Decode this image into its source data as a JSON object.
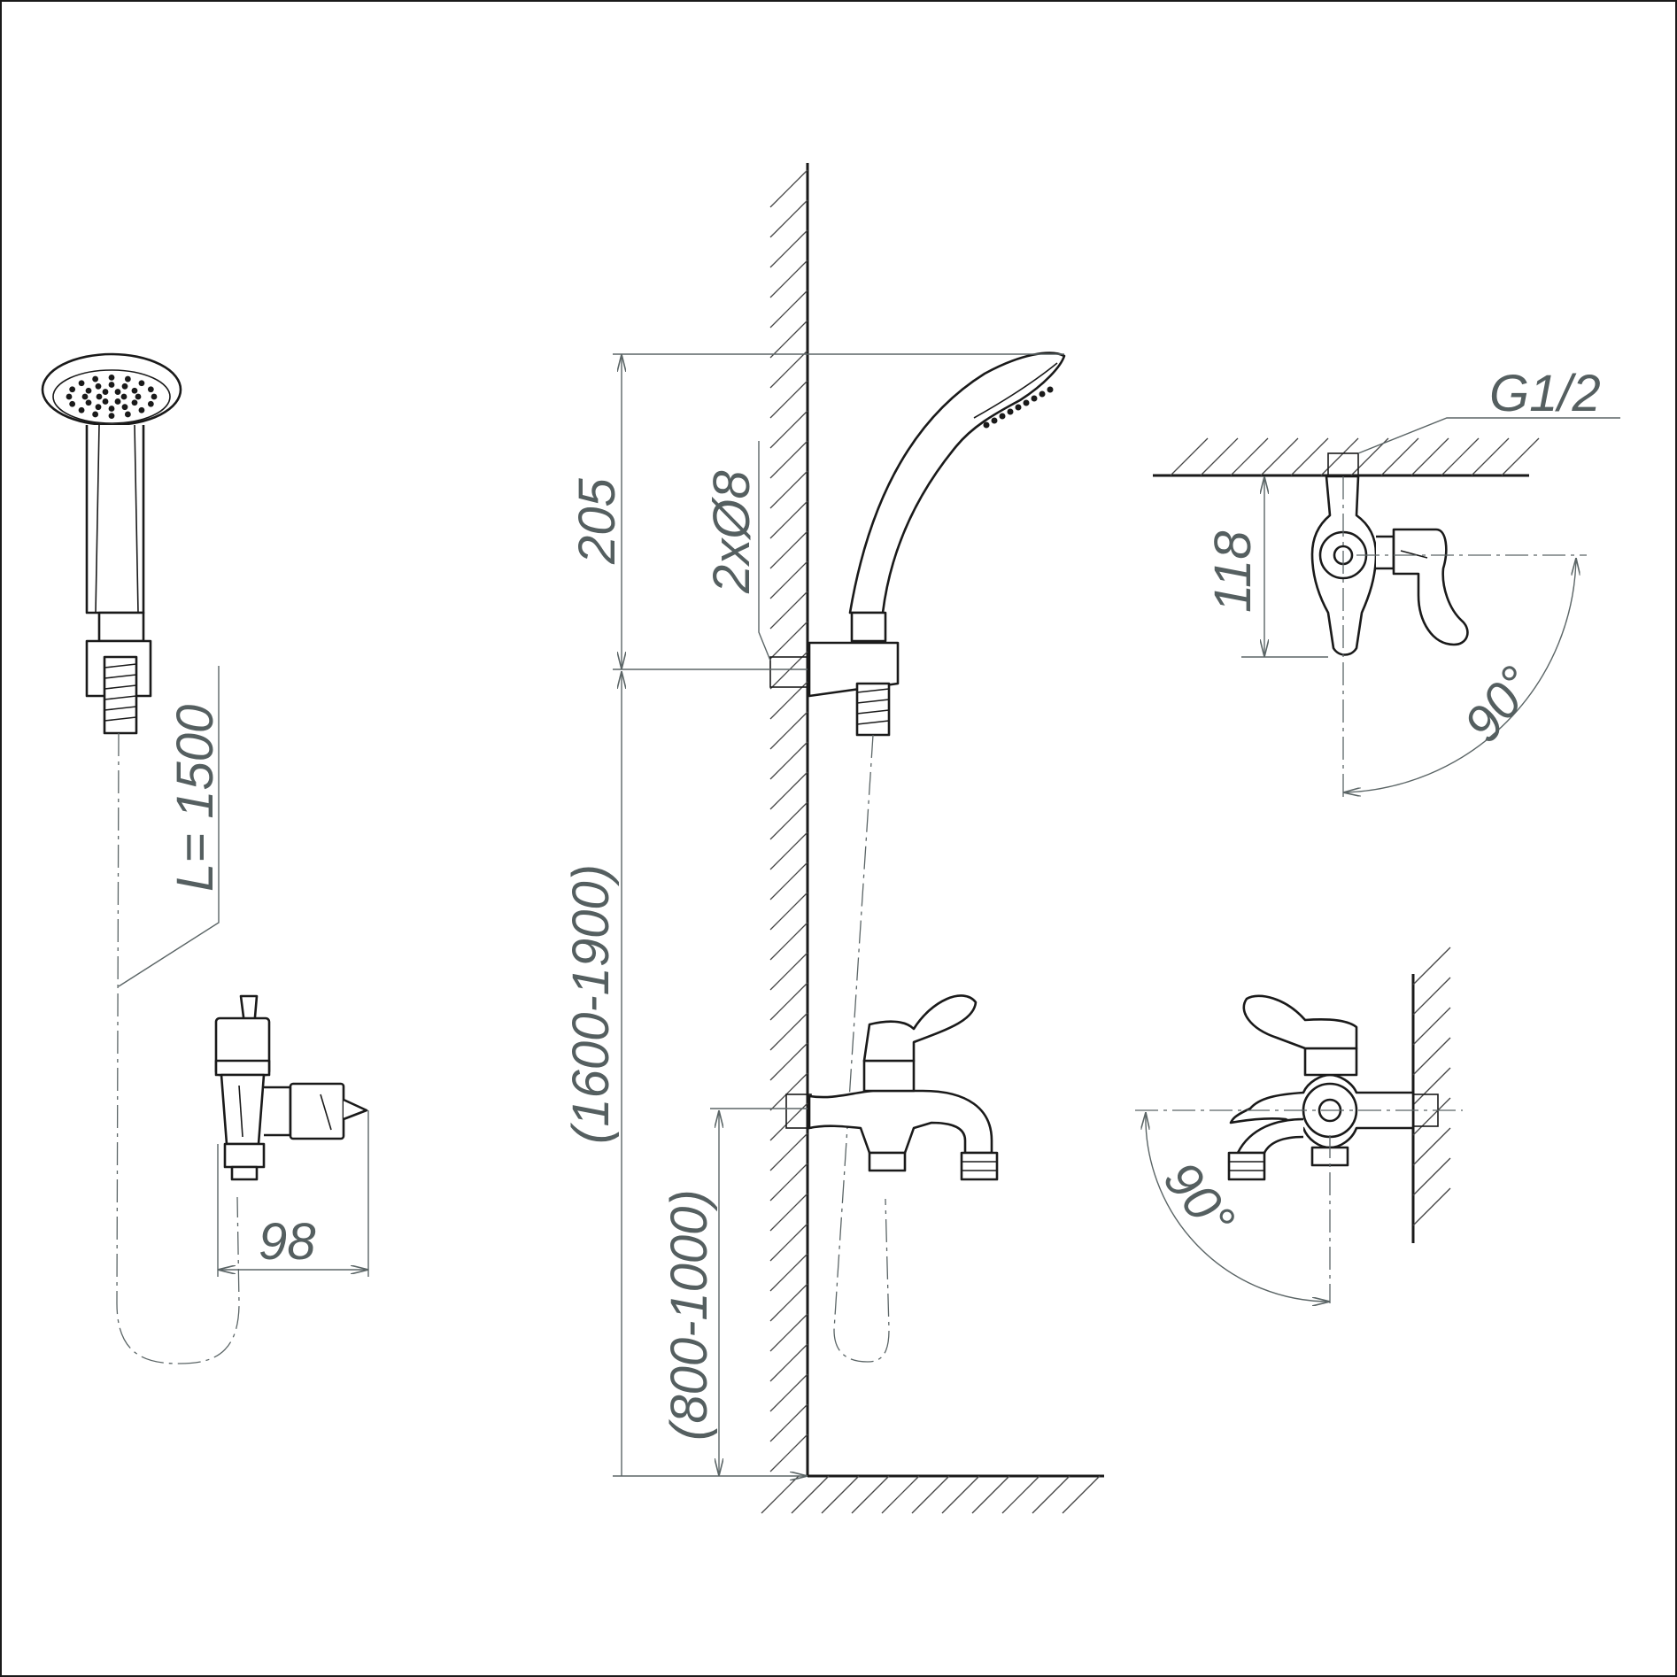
{
  "dimensions": {
    "hose_length": "L= 1500",
    "outlet_projection": "98",
    "handshower_height": "205",
    "bracket_holes": "2xØ8",
    "bracket_height": "(1600-1900)",
    "valve_height": "(800-1000)",
    "thread": "G1/2",
    "valve_depth": "118",
    "angle_top": "90°",
    "angle_bottom": "90°"
  },
  "colors": {
    "line": "#1a1a1a",
    "dimension": "#555f60"
  }
}
